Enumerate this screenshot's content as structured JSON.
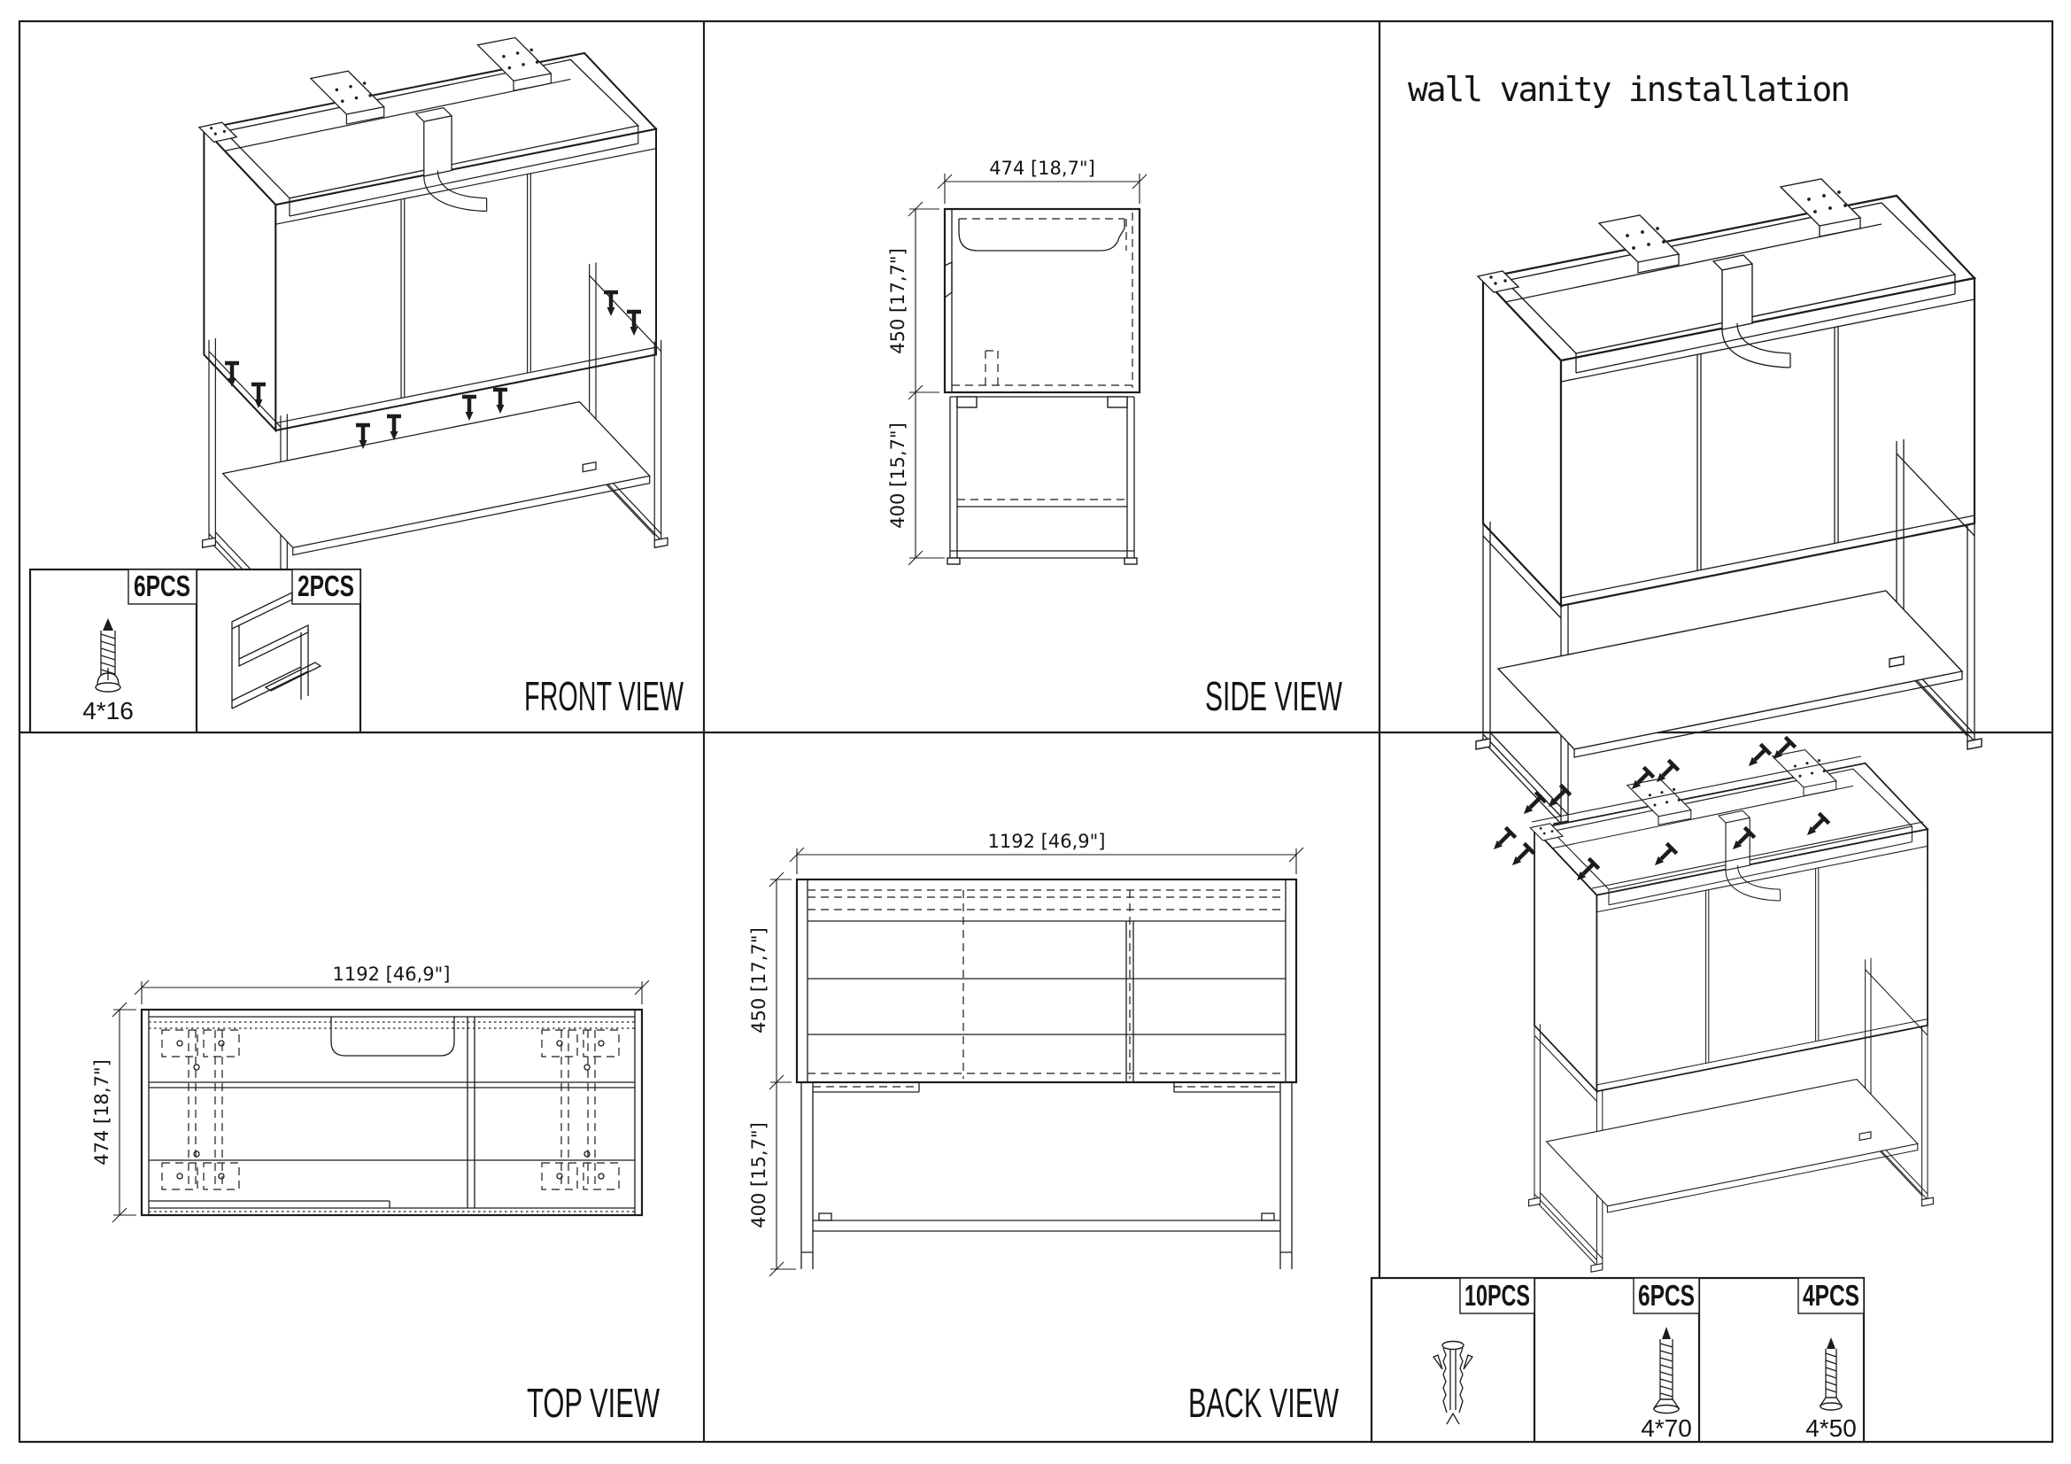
{
  "drawing": {
    "title": "wall vanity installation",
    "background": "#ffffff",
    "line_color": "#1c1c1c"
  },
  "views": {
    "front": {
      "label": "FRONT VIEW"
    },
    "side": {
      "label": "SIDE VIEW"
    },
    "top": {
      "label": "TOP VIEW"
    },
    "back": {
      "label": "BACK VIEW"
    }
  },
  "dimensions": {
    "width": "1192 [46,9\"]",
    "depth": "474 [18,7\"]",
    "cabinet_height": "450 [17,7\"]",
    "leg_height": "400 [15,7\"]"
  },
  "hardware": {
    "screw_small": {
      "qty": "6PCS",
      "size": "4*16"
    },
    "leg_bracket": {
      "qty": "2PCS"
    },
    "wall_anchor": {
      "qty": "10PCS"
    },
    "screw_long": {
      "qty": "6PCS",
      "size": "4*70"
    },
    "screw_medium": {
      "qty": "4PCS",
      "size": "4*50"
    }
  }
}
